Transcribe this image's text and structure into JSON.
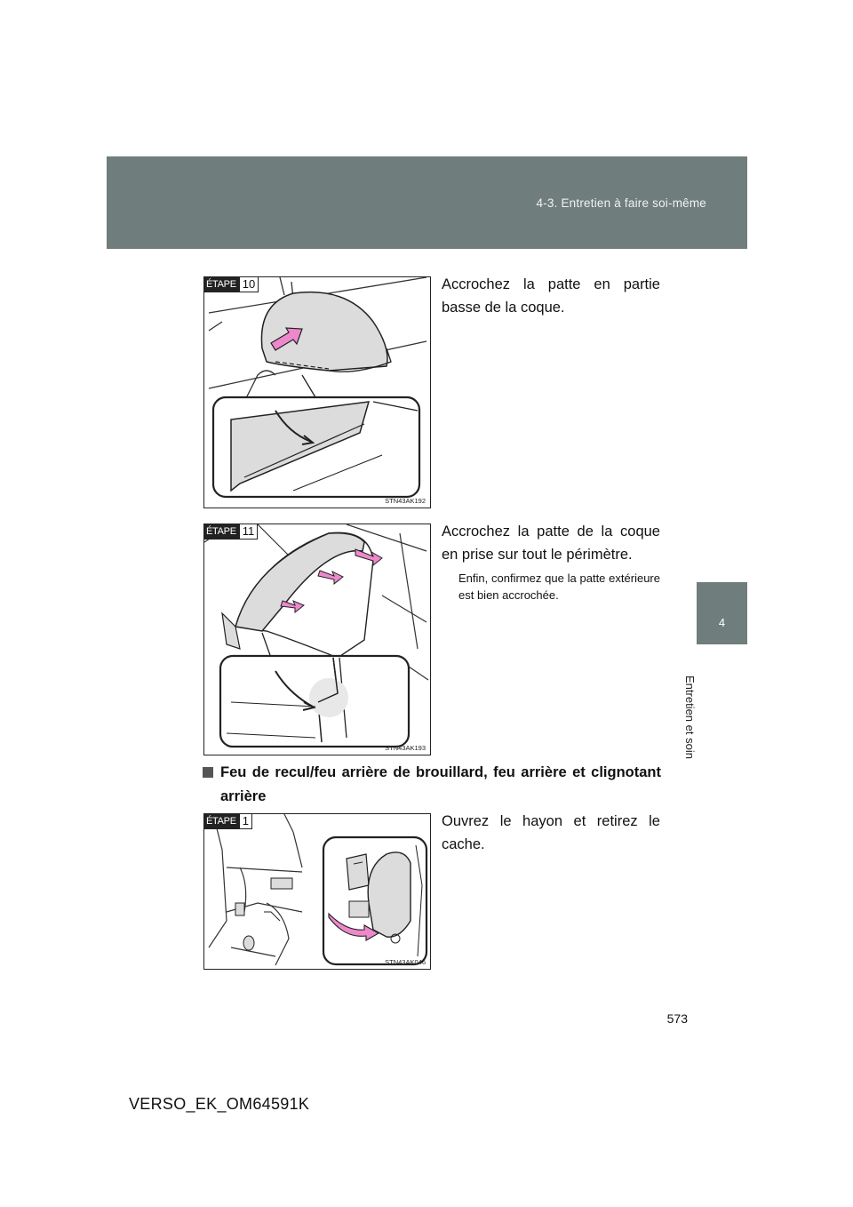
{
  "header": {
    "section_title": "4-3. Entretien à faire soi-même"
  },
  "side_tab": {
    "chapter_number": "4",
    "chapter_label": "Entretien et soin"
  },
  "steps": [
    {
      "badge_word": "ÉTAPE",
      "badge_number": "10",
      "figure_code": "STN43AK192",
      "text": "Accrochez la patte en partie basse de la coque."
    },
    {
      "badge_word": "ÉTAPE",
      "badge_number": "11",
      "figure_code": "STN43AK193",
      "text": "Accrochez la patte de la coque en prise sur tout le périmètre.",
      "note": "Enfin, confirmez que la patte extérieure est bien accrochée."
    },
    {
      "badge_word": "ÉTAPE",
      "badge_number": "1",
      "figure_code": "STN43AK046",
      "text": "Ouvrez le hayon et retirez le cache."
    }
  ],
  "subheading": "Feu de recul/feu arrière de brouillard, feu arrière et clignotant arrière",
  "page_number": "573",
  "doc_code": "VERSO_EK_OM64591K",
  "colors": {
    "band": "#6f7d7c",
    "arrow": "#ee88cc",
    "shell": "#dcdcdc"
  }
}
